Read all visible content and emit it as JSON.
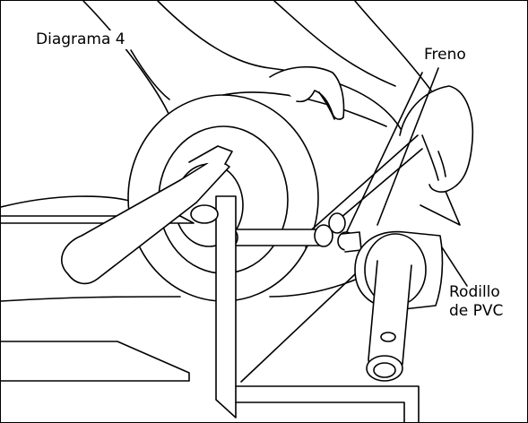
{
  "diagram": {
    "title": "Diagrama 4",
    "labels": {
      "brake": "Freno",
      "roller_line1": "Rodillo",
      "roller_line2": "de PVC"
    }
  },
  "colors": {
    "line": "#000000",
    "background": "#ffffff"
  }
}
